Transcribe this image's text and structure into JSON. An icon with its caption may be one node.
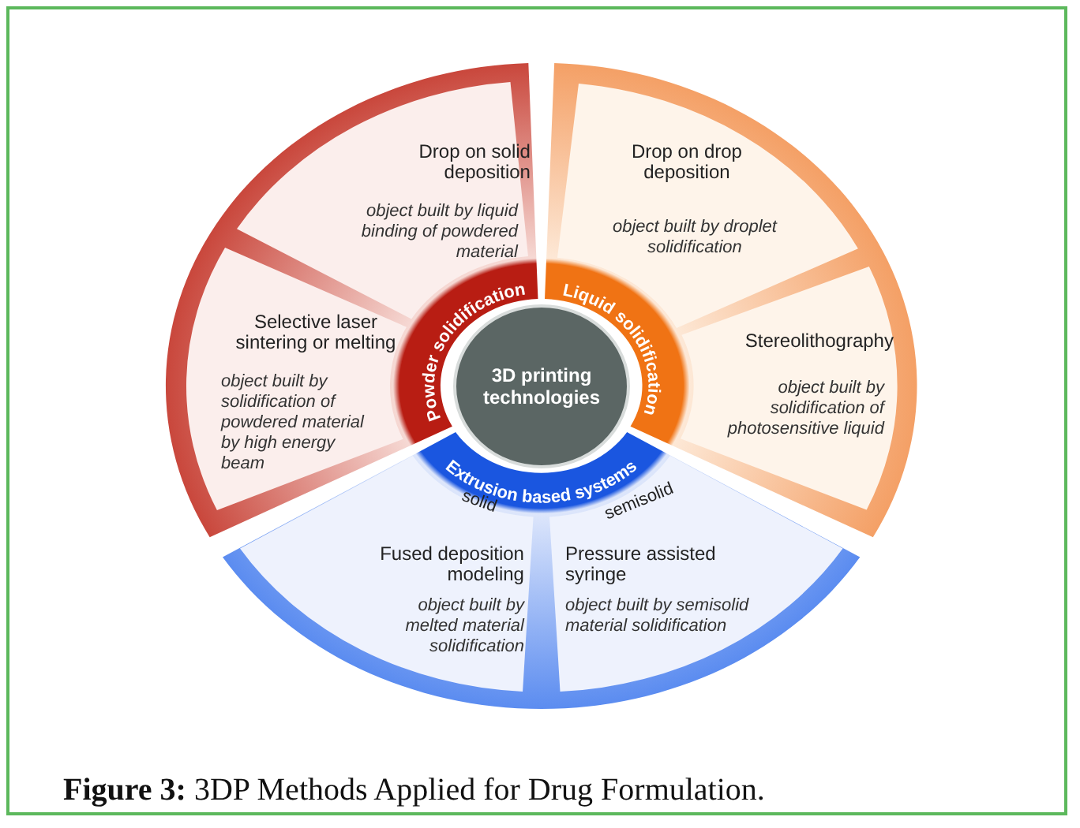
{
  "diagram": {
    "caption": "**Figure 3:** 3DP Methods Applied for Drug Formulation.",
    "nodes": [
      {
        "text": [
          "3D printing technologies"
        ]
      },
      {
        "text": [
          "Powder solidification"
        ]
      },
      {
        "text": [
          "Drop on solid deposition",
          "object built by liquid binding of powdered material"
        ],
        "in": 1
      },
      {
        "text": [
          "Selective laser sintering or melting",
          "object built by solidification of powdered material by high energy beam"
        ],
        "in": 1
      },
      {
        "text": [
          "Liquid solidification"
        ]
      },
      {
        "text": [
          "Drop on drop deposition",
          "object built by droplet solidification"
        ],
        "in": 4
      },
      {
        "text": [
          "Stereolithography",
          "object built by solidification of photosensitive liquid"
        ],
        "in": 4
      },
      {
        "text": [
          "Extrusion based systems"
        ]
      },
      {
        "text": [
          "solid",
          "Fused deposition modeling",
          "object built by melted material solidification"
        ],
        "in": 7
      },
      {
        "text": [
          "semisolid",
          "Pressure assisted syringe",
          "object built by semisolid material solidification"
        ],
        "in": 7
      }
    ]
  }
}
